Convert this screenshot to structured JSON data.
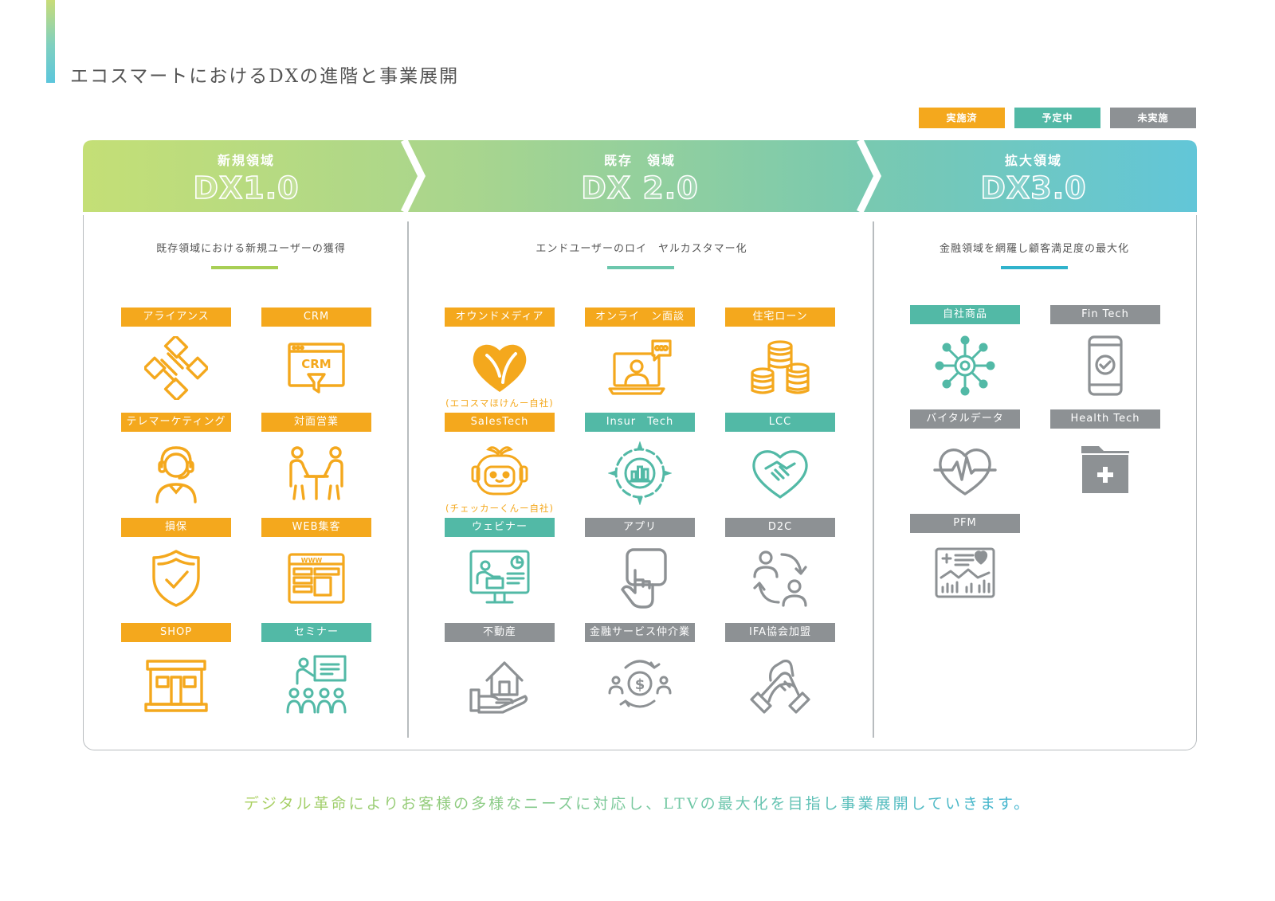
{
  "title": "エコスマートにおけるDXの進階と事業展開",
  "legend": [
    {
      "label": "実施済",
      "color": "#f4a81d"
    },
    {
      "label": "予定中",
      "color": "#52b9a6"
    },
    {
      "label": "未実施",
      "color": "#8d9194"
    }
  ],
  "phases": [
    {
      "name": "新規領域",
      "code": "DX1.0",
      "subtitle": "既存領域における新規ユーザーの獲得",
      "underline_color": "#a8cf55"
    },
    {
      "name": "既存　領域",
      "code": "DX 2.0",
      "subtitle": "エンドユーザーのロイ　ヤルカスタマー化",
      "underline_color": "#6cc7ad"
    },
    {
      "name": "拡大領域",
      "code": "DX3.0",
      "subtitle": "金融領域を網羅し顧客満足度の最大化",
      "underline_color": "#30b3cc"
    }
  ],
  "items": [
    {
      "label": "アライアンス",
      "status": "実施済",
      "icon": "handshake-hands-icon"
    },
    {
      "label": "CRM",
      "status": "実施済",
      "icon": "crm-funnel-icon"
    },
    {
      "label": "テレマーケティング",
      "status": "実施済",
      "icon": "headset-operator-icon"
    },
    {
      "label": "対面営業",
      "status": "実施済",
      "icon": "face-to-face-icon"
    },
    {
      "label": "損保",
      "status": "実施済",
      "icon": "shield-check-icon"
    },
    {
      "label": "WEB集客",
      "status": "実施済",
      "icon": "web-page-icon"
    },
    {
      "label": "SHOP",
      "status": "実施済",
      "icon": "shop-icon"
    },
    {
      "label": "セミナー",
      "status": "予定中",
      "icon": "seminar-icon"
    },
    {
      "label": "オウンドメディア",
      "status": "実施済",
      "icon": "owned-media-heart-icon",
      "caption": "(エコスマほけんー自社)"
    },
    {
      "label": "オンライ　ン面談",
      "status": "実施済",
      "icon": "online-meeting-icon"
    },
    {
      "label": "住宅ローン",
      "status": "実施済",
      "icon": "coin-stacks-icon"
    },
    {
      "label": "SalesTech",
      "status": "実施済",
      "icon": "robot-mascot-icon",
      "caption": "(チェッカーくんー自社)"
    },
    {
      "label": "Insur　Tech",
      "status": "予定中",
      "icon": "insurtech-gear-icon"
    },
    {
      "label": "LCC",
      "status": "予定中",
      "icon": "heart-handshake-icon"
    },
    {
      "label": "ウェビナー",
      "status": "予定中",
      "icon": "webinar-monitor-icon"
    },
    {
      "label": "アプリ",
      "status": "未実施",
      "icon": "app-touch-icon"
    },
    {
      "label": "D2C",
      "status": "未実施",
      "icon": "d2c-exchange-icon"
    },
    {
      "label": "不動産",
      "status": "未実施",
      "icon": "house-hand-icon"
    },
    {
      "label": "金融サービス仲介業",
      "status": "未実施",
      "icon": "finance-broker-icon"
    },
    {
      "label": "IFA協会加盟",
      "status": "未実施",
      "icon": "firm-handshake-icon"
    },
    {
      "label": "自社商品",
      "status": "予定中",
      "icon": "network-hub-icon"
    },
    {
      "label": "Fin Tech",
      "status": "未実施",
      "icon": "phone-check-icon"
    },
    {
      "label": "バイタルデータ",
      "status": "未実施",
      "icon": "heart-pulse-icon"
    },
    {
      "label": "Health Tech",
      "status": "未実施",
      "icon": "medical-folder-icon"
    },
    {
      "label": "PFM",
      "status": "未実施",
      "icon": "pfm-dashboard-icon"
    }
  ],
  "footer": "デジタル革命によりお客様の多様なニーズに対応し、LTVの最大化を目指し事業展開していきます。"
}
